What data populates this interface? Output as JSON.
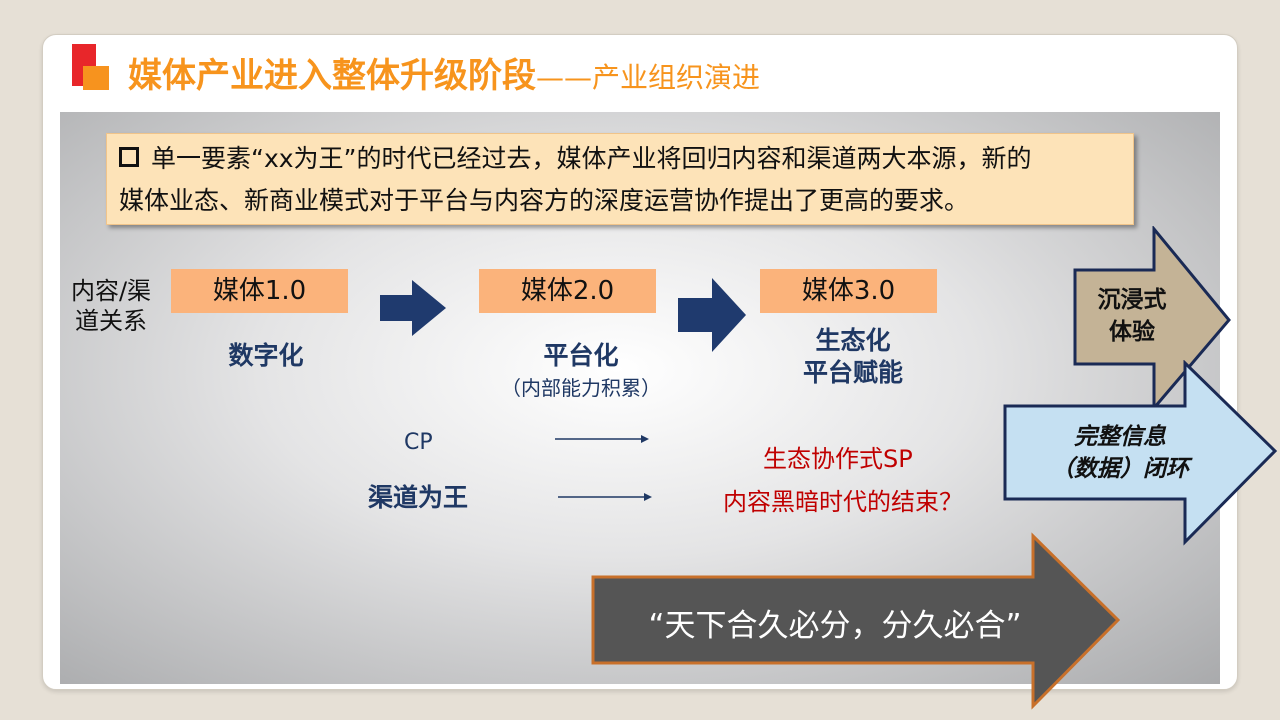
{
  "title": {
    "main": "媒体产业进入整体升级阶段",
    "sub": "——产业组织演进"
  },
  "note": {
    "line1": "单一要素“xx为王”的时代已经过去，媒体产业将回归内容和渠道两大本源，新的",
    "line2": "媒体业态、新商业模式对于平台与内容方的深度运营协作提出了更高的要求。"
  },
  "left_label": {
    "line1": "内容/渠",
    "line2": "道关系"
  },
  "stages": [
    {
      "box": "媒体1.0",
      "name_line1": "数字化",
      "name_line2": "",
      "note": ""
    },
    {
      "box": "媒体2.0",
      "name_line1": "平台化",
      "name_line2": "",
      "note": "（内部能力积累）"
    },
    {
      "box": "媒体3.0",
      "name_line1": "生态化",
      "name_line2": "平台赋能",
      "note": ""
    }
  ],
  "transitions": [
    {
      "from": "CP",
      "to": "生态协作式SP"
    },
    {
      "from": "渠道为王",
      "to": "内容黑暗时代的结束？"
    }
  ],
  "right_arrows": {
    "top": {
      "line1": "沉浸式",
      "line2": "体验"
    },
    "middle": {
      "line1": "完整信息",
      "line2": "（数据）闭环"
    }
  },
  "bottom_arrow": {
    "text": "“天下合久必分，分久必合”"
  },
  "colors": {
    "title": "#f7941d",
    "stage_box": "#fbb37b",
    "stage_text": "#1f3864",
    "red_text": "#c00000",
    "note_bg": "#fde3b8",
    "arrow_tan": "#c4b396",
    "arrow_blue": "#c5e0f2",
    "arrow_dark": "#555555",
    "arrow_outline_orange": "#c8702a"
  }
}
